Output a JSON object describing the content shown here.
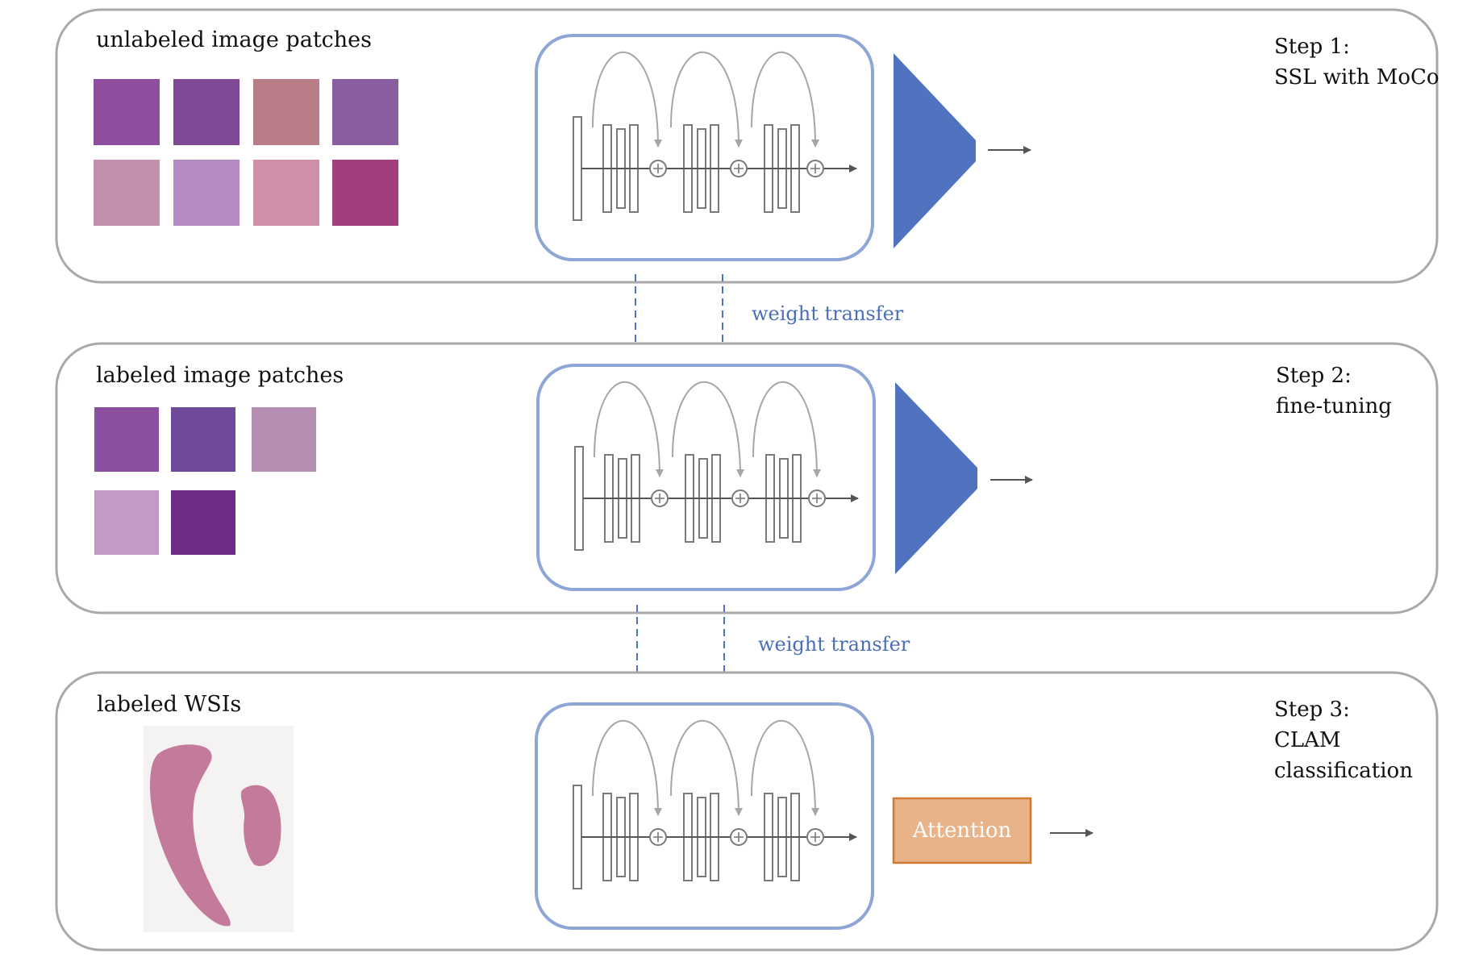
{
  "colors": {
    "panel_border": "#a9a9a9",
    "net_box_border": "#8ea6d6",
    "layer_stroke": "#7a7a7a",
    "skip_arrow": "#a6a6a6",
    "flow_arrow": "#555555",
    "head_triangle": "#4f73bf",
    "transfer_arrow": "#4f73bf",
    "transfer_text": "#4a6fb8",
    "attention_fill": "#e9b38a",
    "attention_border": "#d17a34",
    "attention_text": "#ffffff",
    "patch_purple": "#8a4f9e",
    "patch_pink": "#c58bb0",
    "wsi_tissue": "#c47a9a"
  },
  "steps": [
    {
      "inputs_label": "unlabeled image patches",
      "step_title": "Step 1:",
      "step_desc": "SSL with MoCo",
      "head": "triangle",
      "patches": [
        {
          "fill": "#8d4f9d"
        },
        {
          "fill": "#7f4996"
        },
        {
          "fill": "#b87d87"
        },
        {
          "fill": "#8a5ca0"
        },
        {
          "fill": "#c48fae"
        },
        {
          "fill": "#b48ac2"
        },
        {
          "fill": "#cf8fa9"
        },
        {
          "fill": "#a23e7e"
        }
      ]
    },
    {
      "inputs_label": "labeled image patches",
      "step_title": "Step 2:",
      "step_desc": "fine-tuning",
      "head": "triangle",
      "patches": [
        {
          "fill": "#8c4f9f"
        },
        {
          "fill": "#6f4a98"
        },
        {
          "fill": "#b58db0"
        },
        {
          "fill": "#c29ac6"
        },
        {
          "fill": "#6f2c86"
        }
      ]
    },
    {
      "inputs_label": "labeled WSIs",
      "step_title": "Step 3:",
      "step_desc_lines": [
        "CLAM",
        "classification"
      ],
      "head": "attention",
      "head_label": "Attention"
    }
  ],
  "transfers": [
    {
      "label": "weight transfer"
    },
    {
      "label": "weight transfer"
    }
  ]
}
